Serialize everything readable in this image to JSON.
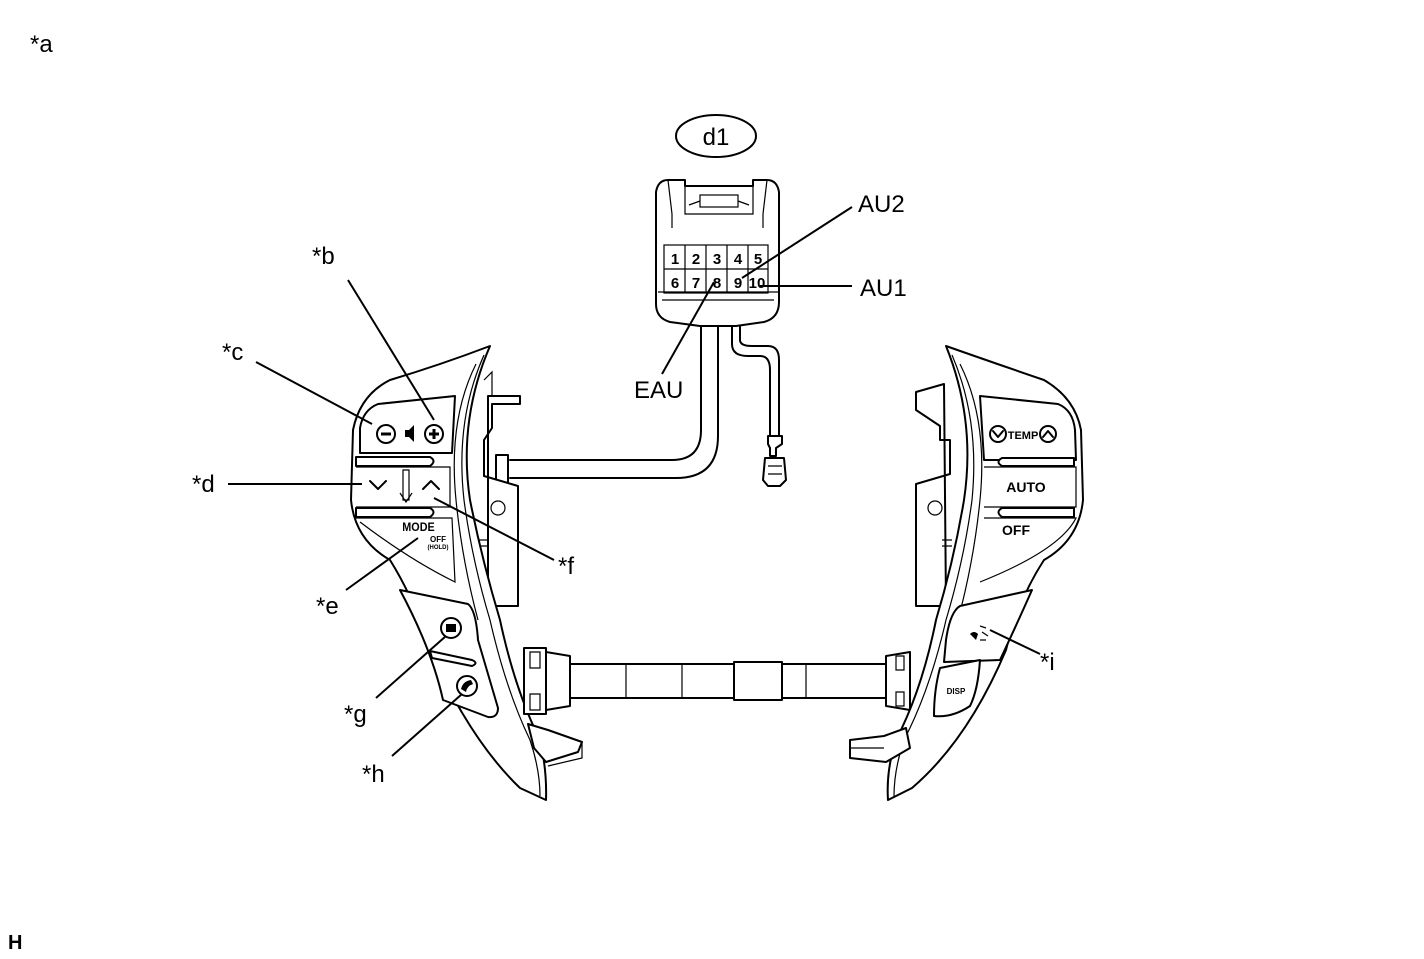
{
  "diagram": {
    "figure_label": "*a",
    "corner_code": "H",
    "connector": {
      "label": "d1",
      "pins_row1": [
        "1",
        "2",
        "3",
        "4",
        "5"
      ],
      "pins_row2": [
        "6",
        "7",
        "8",
        "9",
        "10"
      ]
    },
    "terminals": {
      "au2": "AU2",
      "au1": "AU1",
      "eau": "EAU"
    },
    "callouts": {
      "b": "*b",
      "c": "*c",
      "d": "*d",
      "e": "*e",
      "f": "*f",
      "g": "*g",
      "h": "*h",
      "i": "*i"
    },
    "left_switch": {
      "mode": "MODE",
      "off": "OFF",
      "hold": "(HOLD)"
    },
    "right_switch": {
      "temp": "TEMP",
      "auto": "AUTO",
      "off": "OFF",
      "disp": "DISP"
    }
  }
}
